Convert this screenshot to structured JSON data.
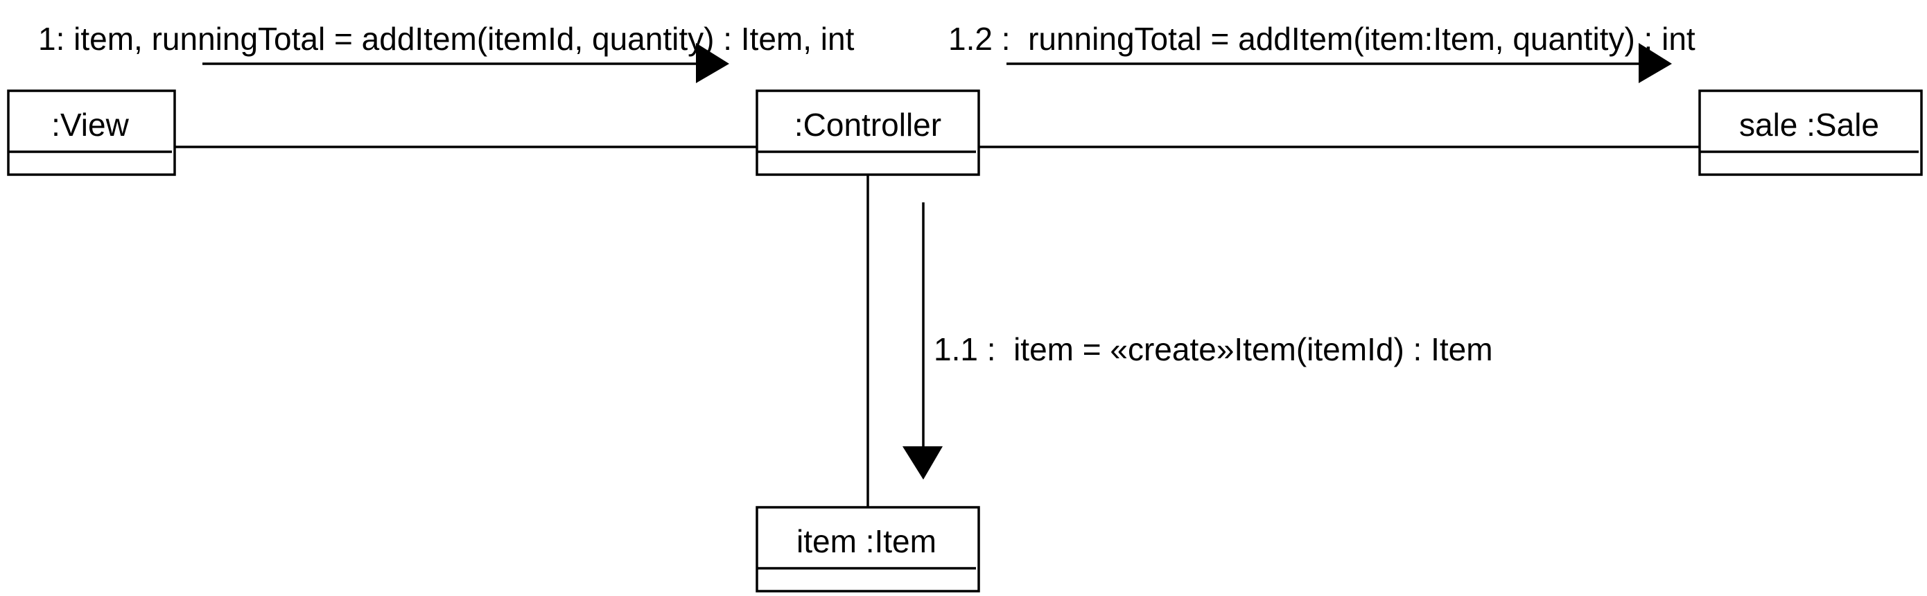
{
  "objects": {
    "view": {
      "label": ":View"
    },
    "controller": {
      "label": ":Controller"
    },
    "sale": {
      "label": "sale :Sale"
    },
    "item": {
      "label": "item :Item"
    }
  },
  "messages": [
    {
      "id": "m1",
      "label": "1: item, runningTotal = addItem(itemId, quantity) : Item, int",
      "from": "view",
      "to": "controller"
    },
    {
      "id": "m1_2",
      "label": "1.2 :  runningTotal = addItem(item:Item, quantity) : int",
      "from": "controller",
      "to": "sale"
    },
    {
      "id": "m1_1",
      "label": "1.1 :  item = «create»Item(itemId) : Item",
      "from": "controller",
      "to": "item"
    }
  ]
}
